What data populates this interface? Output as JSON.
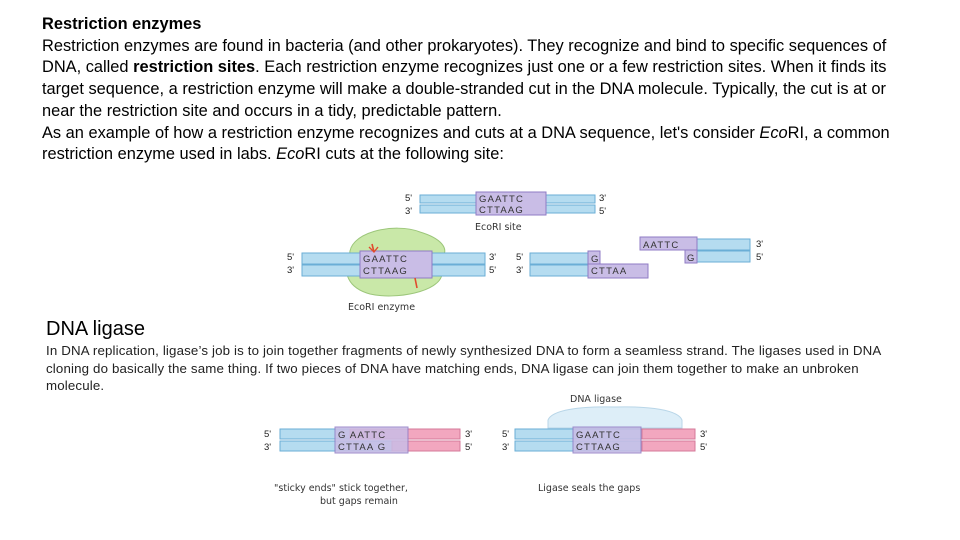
{
  "restriction": {
    "title": "Restriction enzymes",
    "p1_a": "Restriction enzymes are found in bacteria (and other prokaryotes). They recognize and bind to specific sequences of DNA, called ",
    "p1_bold": "restriction sites",
    "p1_b": ". Each restriction enzyme recognizes just one or a few restriction sites. When it finds its target sequence, a restriction enzyme will make a double-stranded cut in the DNA molecule. Typically, the cut is at or near the restriction site and occurs in a tidy, predictable pattern.",
    "p2_a": "As an example of how a restriction enzyme recognizes and cuts at a DNA sequence, let's consider ",
    "p2_eco1": "Eco",
    "p2_b": "RI, a common restriction enzyme used in labs. ",
    "p2_eco2": "Eco",
    "p2_c": "RI cuts at the following site:"
  },
  "ligase": {
    "heading": "DNA ligase",
    "body": "In DNA replication, ligase’s job is to join together fragments of newly synthesized DNA to form a seamless strand. The ligases used in DNA cloning do basically the same thing. If two pieces of DNA have matching ends, DNA ligase can join them together to make an unbroken molecule."
  },
  "figure1": {
    "five_prime": "5'",
    "three_prime": "3'",
    "top_seq": "GAATTC",
    "bottom_seq": "CTTAAG",
    "site_label": "EcoRI site",
    "enzyme_label": "EcoRI enzyme",
    "frag_left_top": "G",
    "frag_left_bottom": "CTTAA",
    "frag_right_top": "AATTC",
    "frag_right_bottom": "G"
  },
  "figure2": {
    "five_prime": "5'",
    "three_prime": "3'",
    "left_top": "G AATTC",
    "left_bottom": "CTTAA G",
    "left_caption_1": "\"sticky ends\" stick together,",
    "left_caption_2": "but gaps remain",
    "ligase_label": "DNA ligase",
    "right_top": "GAATTC",
    "right_bottom": "CTTAAG",
    "right_caption": "Ligase seals the gaps"
  },
  "colors": {
    "dna_blue": "#b5dcf0",
    "dna_edge": "#6aaed6",
    "site_purple": "#c9bde6",
    "site_edge": "#8f7bc4",
    "enzyme_green": "#c9e8a8",
    "dna_pink": "#f2a7bf",
    "pink_edge": "#d47a99",
    "cut_red": "#e04b2e"
  }
}
